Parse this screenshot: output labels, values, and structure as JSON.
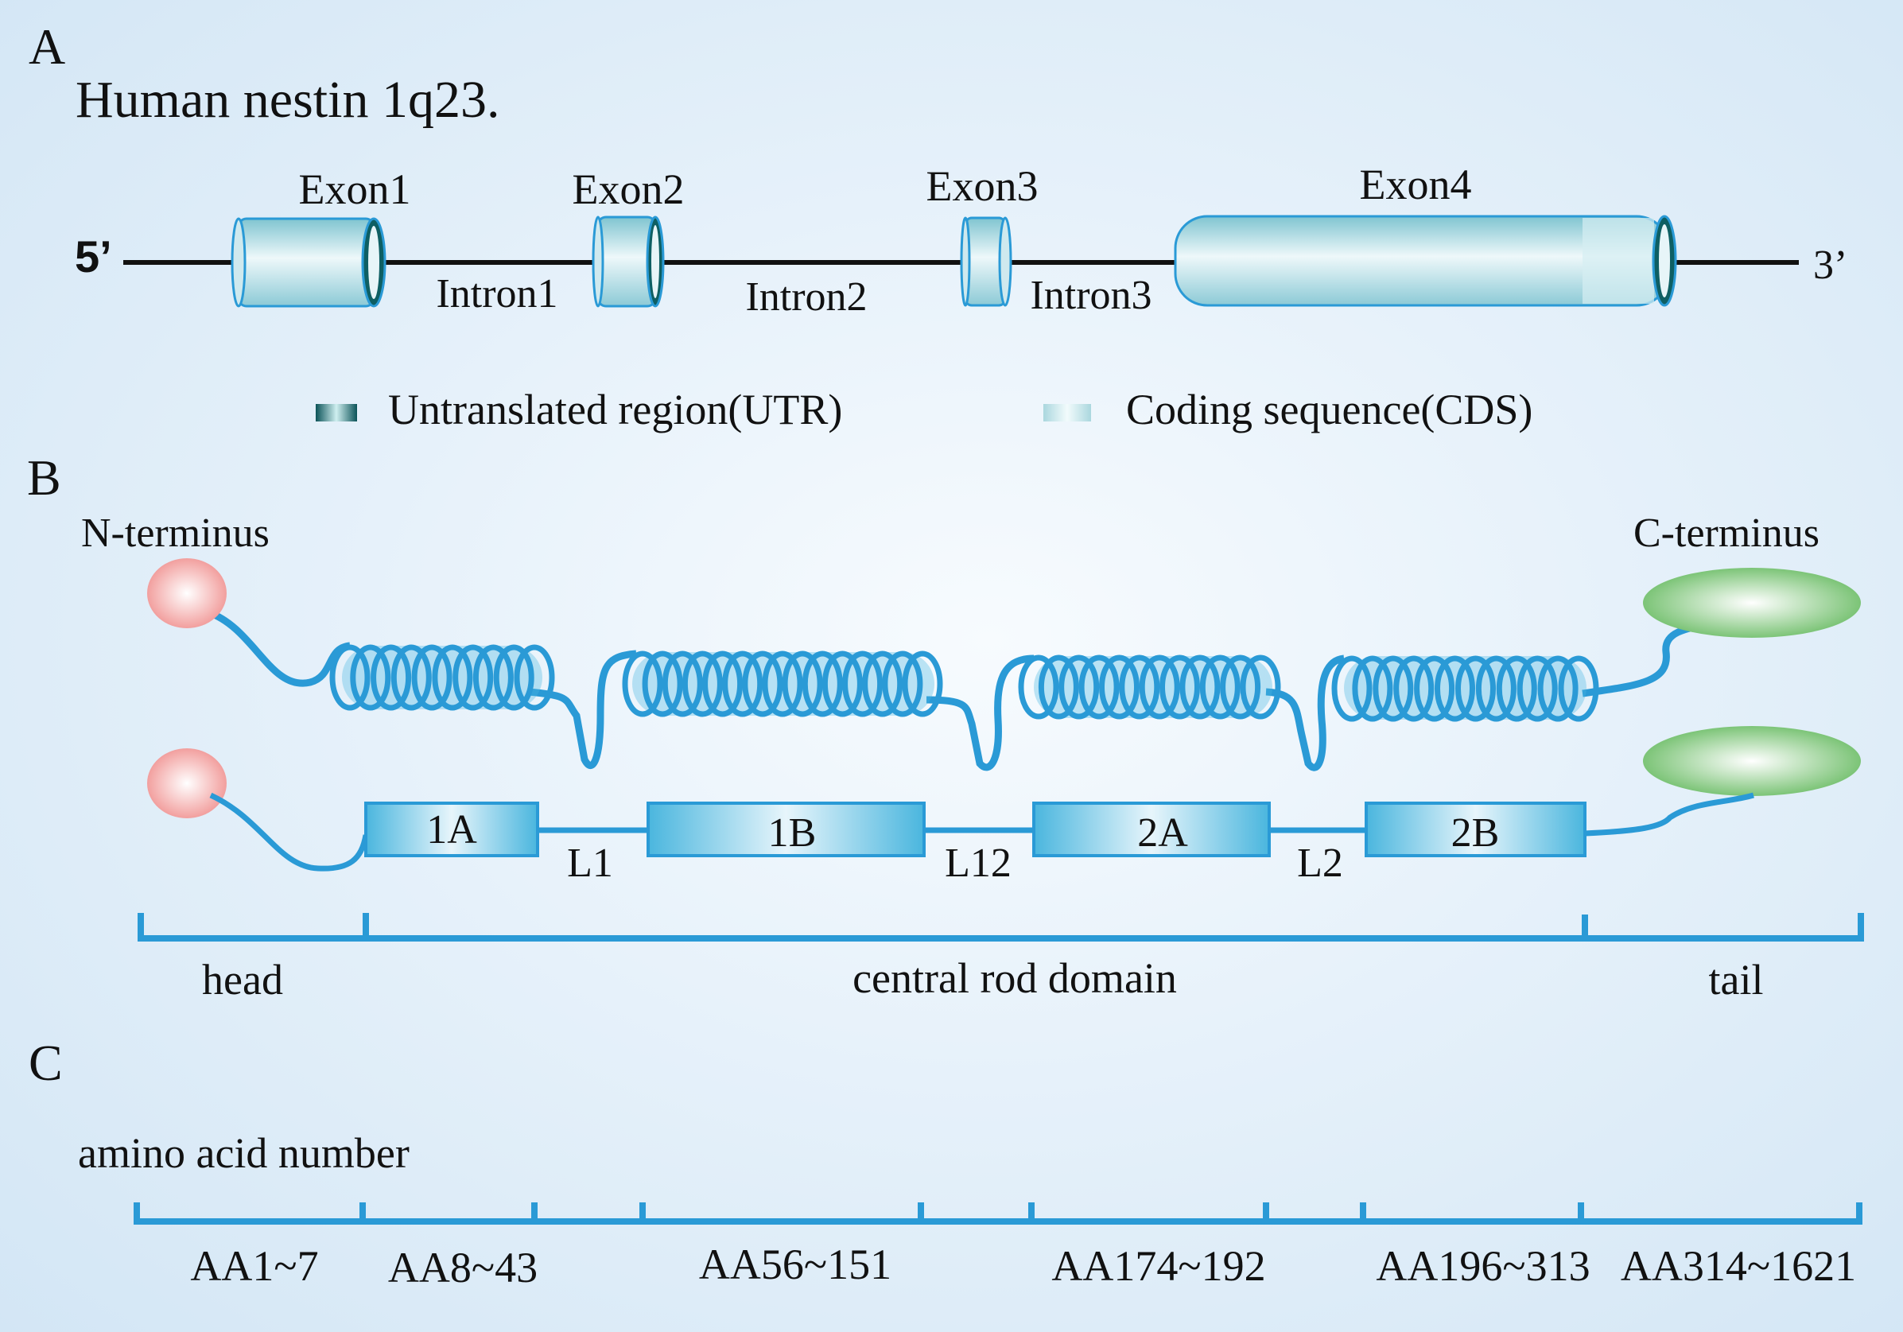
{
  "panel_a": {
    "letter": "A",
    "title": "Human nestin 1q23.",
    "five_prime": "5’",
    "three_prime": "3’",
    "exons": [
      "Exon1",
      "Exon2",
      "Exon3",
      "Exon4"
    ],
    "introns": [
      "Intron1",
      "Intron2",
      "Intron3"
    ],
    "legend": {
      "utr": "Untranslated region(UTR)",
      "cds": "Coding sequence(CDS)"
    }
  },
  "panel_b": {
    "letter": "B",
    "n_terminus": "N-terminus",
    "c_terminus": "C-terminus",
    "segments": [
      "1A",
      "1B",
      "2A",
      "2B"
    ],
    "linkers": [
      "L1",
      "L12",
      "L2"
    ],
    "domains": {
      "head": "head",
      "rod": "central rod domain",
      "tail": "tail"
    }
  },
  "panel_c": {
    "letter": "C",
    "axis_label": "amino acid number",
    "ranges": [
      "AA1~7",
      "AA8~43",
      "AA56~151",
      "AA174~192",
      "AA196~313",
      "AA314~1621"
    ]
  },
  "colors": {
    "blue": "#2a9ad6",
    "utr": "#0e5f63",
    "cds": "#bfe2e8",
    "pink": "#f4a9a8",
    "green": "#8ccf84"
  }
}
